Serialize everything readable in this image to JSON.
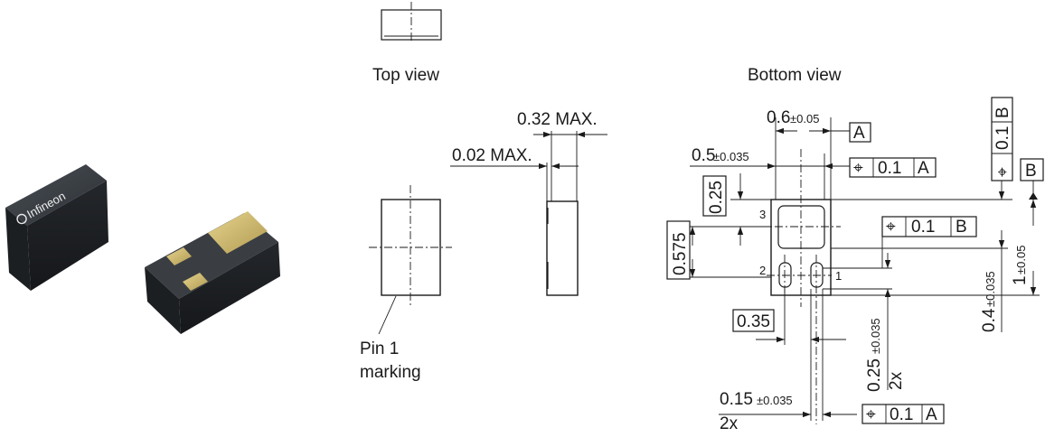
{
  "photo": {
    "logo_text": "Infineon"
  },
  "views": {
    "top_view_label": "Top view",
    "bottom_view_label": "Bottom view",
    "pin1_marking_line1": "Pin 1",
    "pin1_marking_line2": "marking"
  },
  "dimensions": {
    "side_max_thickness": "0.32 MAX.",
    "side_standoff": "0.02 MAX.",
    "body_width_value": "0.6",
    "body_width_tol": "±0.05",
    "pad_pitch_value": "0.5",
    "pad_pitch_tol": "±0.035",
    "pad3_offset": "0.25",
    "pad_row_spacing": "0.575",
    "pad_gap": "0.35",
    "pad_width_value": "0.15",
    "pad_width_tol": "±0.035",
    "pad_width_count": "2x",
    "pad_length_value": "0.25",
    "pad_length_tol": "±0.035",
    "pad_length_count": "2x",
    "body_length_value": "1",
    "body_length_tol": "±0.05",
    "pad3_length_value": "0.4",
    "pad3_length_tol": "±0.035"
  },
  "pins": {
    "pin1": "1",
    "pin2": "2",
    "pin3": "3"
  },
  "datums": {
    "a": "A",
    "b": "B"
  },
  "tolerance_frames": {
    "position_symbol": "⌖",
    "tol_value": "0.1",
    "ref_a": "A",
    "ref_b": "B"
  },
  "colors": {
    "package_body": "#2b2f33",
    "pad_gold": "#c8b46c",
    "pin1_marking_fill": "#9a9a9a"
  }
}
